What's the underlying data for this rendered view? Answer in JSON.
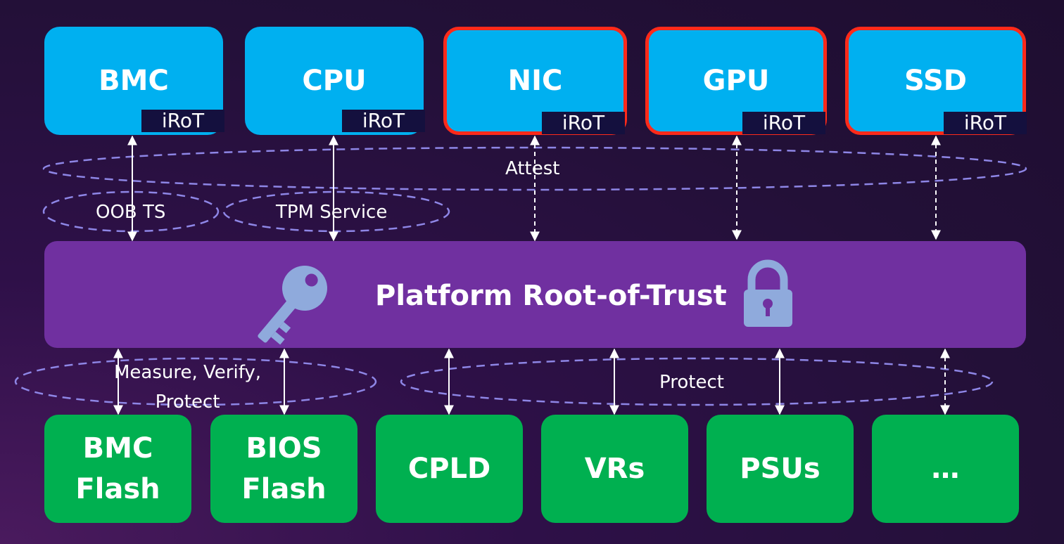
{
  "top_components": [
    {
      "label": "BMC",
      "root": "iRoT",
      "highlighted": false
    },
    {
      "label": "CPU",
      "root": "iRoT",
      "highlighted": false
    },
    {
      "label": "NIC",
      "root": "iRoT",
      "highlighted": true
    },
    {
      "label": "GPU",
      "root": "iRoT",
      "highlighted": true
    },
    {
      "label": "SSD",
      "root": "iRoT",
      "highlighted": true
    }
  ],
  "platform": {
    "label": "Platform Root-of-Trust",
    "icons": [
      "key-icon",
      "padlock-icon"
    ]
  },
  "bottom_components": [
    {
      "label": "BMC\nFlash"
    },
    {
      "label": "BIOS\nFlash"
    },
    {
      "label": "CPLD"
    },
    {
      "label": "VRs"
    },
    {
      "label": "PSUs"
    },
    {
      "label": "…"
    }
  ],
  "relations": {
    "attest": "Attest",
    "oob": "OOB TS",
    "tpm": "TPM Service",
    "measure": "Measure, Verify,\nProtect",
    "protect": "Protect"
  },
  "colors": {
    "top_box": "#00b0f0",
    "highlight_border": "#ff2a1a",
    "irot_tag": "#14103e",
    "platform": "#7030a0",
    "bottom_box": "#00b050",
    "icon": "#8faadc",
    "ellipse": "#8e86e6"
  }
}
